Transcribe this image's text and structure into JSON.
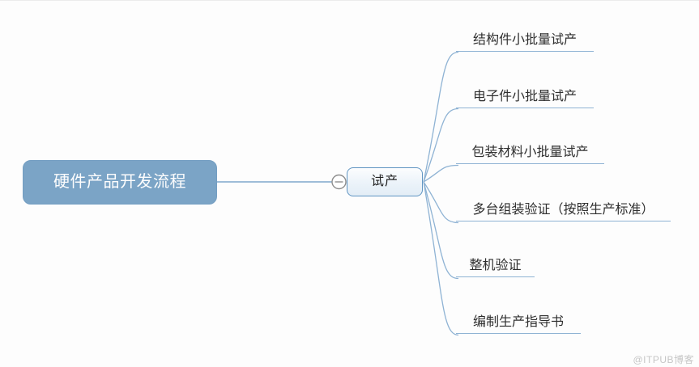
{
  "diagram": {
    "type": "mindmap",
    "root": {
      "label": "硬件产品开发流程"
    },
    "branch": {
      "label": "试产",
      "collapsed": false,
      "collapse_icon": "minus"
    },
    "leaves": [
      {
        "label": "结构件小批量试产"
      },
      {
        "label": "电子件小批量试产"
      },
      {
        "label": "包装材料小批量试产"
      },
      {
        "label": "多台组装验证（按照生产标准）"
      },
      {
        "label": "整机验证"
      },
      {
        "label": "编制生产指导书"
      }
    ]
  },
  "watermark": "@ITPUB博客",
  "colors": {
    "root_fill": "#7BA4C6",
    "root_text": "#FDFDFD",
    "branch_border": "#6095C2",
    "branch_fill": "#EAF2F9",
    "connector_line": "#8FB3D4",
    "collapse_icon_stroke": "#8E8E8E",
    "leaf_text": "#2F2F2F",
    "watermark_text": "#C6C6C6",
    "background": "#FDFDFD"
  }
}
